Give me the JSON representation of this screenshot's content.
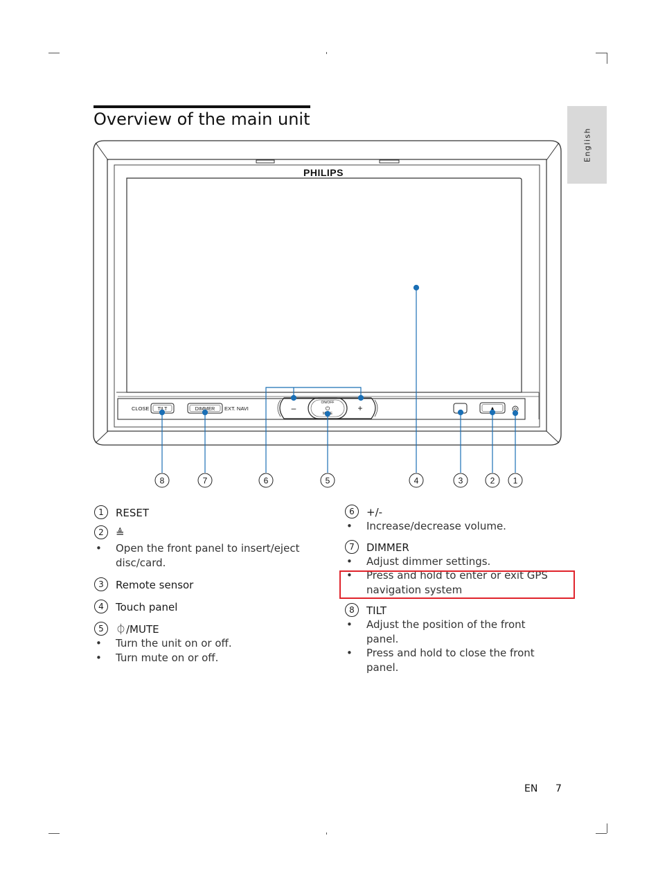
{
  "language_tab": "English",
  "title": "Overview of the main unit",
  "device": {
    "brand": "PHILIPS",
    "close_label": "CLOSE",
    "tilt_label": "TILT",
    "dimmer_label": "DIMMER",
    "ext_navi_label": "EXT. NAVI",
    "minus_label": "–",
    "plus_label": "+",
    "onoff_label": "ON/OFF",
    "mute_label": "MUTE",
    "power_icon": "⏻",
    "eject_icon": "▲"
  },
  "callouts": [
    "8",
    "7",
    "6",
    "5",
    "4",
    "3",
    "2",
    "1"
  ],
  "items_left": [
    {
      "num": "1",
      "label": "RESET",
      "bullets": []
    },
    {
      "num": "2",
      "label": "≜",
      "bullets": [
        "Open the front panel to insert/eject disc/card."
      ]
    },
    {
      "num": "3",
      "label": "Remote sensor",
      "bullets": []
    },
    {
      "num": "4",
      "label": "Touch panel",
      "bullets": []
    },
    {
      "num": "5",
      "label": "⏀/MUTE",
      "bullets": [
        "Turn the unit on or off.",
        "Turn mute on or off."
      ]
    }
  ],
  "items_right": [
    {
      "num": "6",
      "label": "+/-",
      "bullets": [
        "Increase/decrease volume."
      ]
    },
    {
      "num": "7",
      "label": "DIMMER",
      "bullets": [
        "Adjust dimmer settings.",
        "Press and hold to enter or exit GPS navigation system"
      ]
    },
    {
      "num": "8",
      "label": "TILT",
      "bullets": [
        "Adjust the position of the front panel.",
        "Press and hold to close the front panel."
      ]
    }
  ],
  "footer": {
    "lang": "EN",
    "page": "7"
  },
  "colors": {
    "callout_blue": "#1a6fb5",
    "highlight_red": "#e0232b",
    "tab_gray": "#d9d9d9"
  }
}
